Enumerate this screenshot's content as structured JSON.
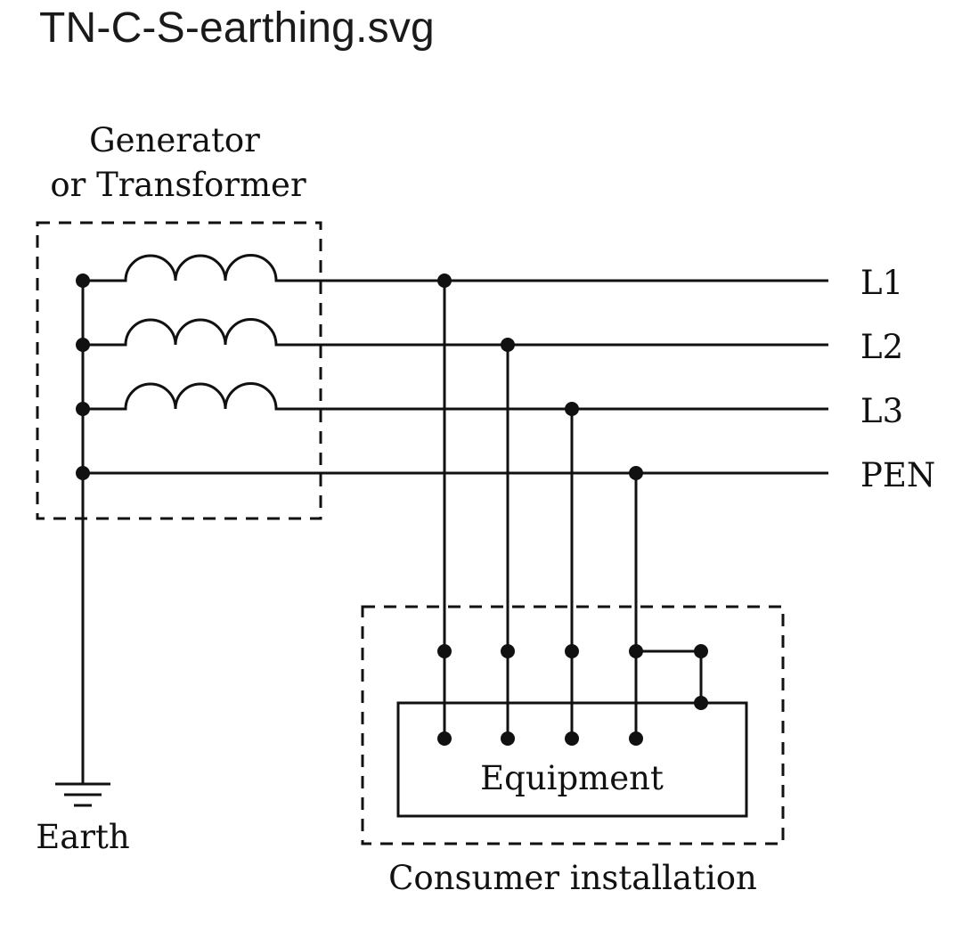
{
  "title": "TN-C-S-earthing.svg",
  "diagram": {
    "source_label_line1": "Generator",
    "source_label_line2": "or Transformer",
    "conductor_labels": [
      "L1",
      "L2",
      "L3",
      "PEN"
    ],
    "equipment_label": "Equipment",
    "installation_label": "Consumer installation",
    "earth_label": "Earth"
  },
  "colors": {
    "line": "#111111",
    "background": "#ffffff"
  }
}
